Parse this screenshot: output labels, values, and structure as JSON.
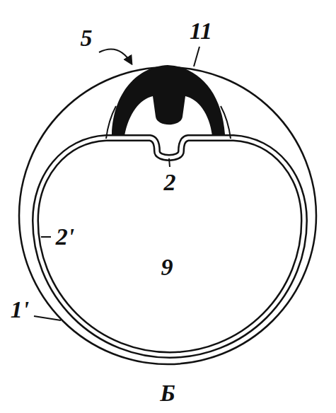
{
  "diagram": {
    "labels": [
      "5",
      "11",
      "2",
      "2'",
      "9",
      "1'",
      "Б"
    ]
  }
}
